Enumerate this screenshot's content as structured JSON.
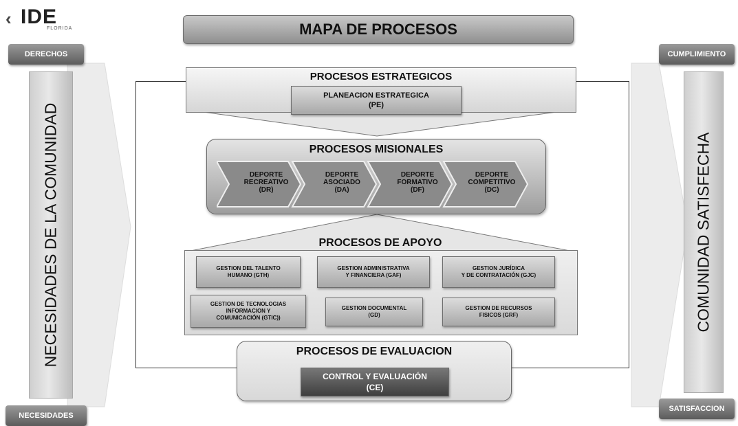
{
  "logo": {
    "main": "IDE",
    "sub": "FLORIDA"
  },
  "title": "MAPA DE PROCESOS",
  "left": {
    "top_tag": "DERECHOS",
    "vertical": "NECESIDADES DE LA COMUNIDAD",
    "bottom_tag": "NECESIDADES"
  },
  "right": {
    "top_tag": "CUMPLIMIENTO",
    "vertical": "COMUNIDAD SATISFECHA",
    "bottom_tag": "SATISFACCION"
  },
  "estrategicos": {
    "title": "PROCESOS ESTRATEGICOS",
    "item_line1": "PLANEACION ESTRATEGICA",
    "item_line2": "(PE)"
  },
  "misionales": {
    "title": "PROCESOS MISIONALES",
    "items": [
      {
        "l1": "DEPORTE",
        "l2": "RECREATIVO",
        "l3": "(DR)"
      },
      {
        "l1": "DEPORTE",
        "l2": "ASOCIADO",
        "l3": "(DA)"
      },
      {
        "l1": "DEPORTE",
        "l2": "FORMATIVO",
        "l3": "(DF)"
      },
      {
        "l1": "DEPORTE",
        "l2": "COMPETITIVO",
        "l3": "(DC)"
      }
    ]
  },
  "apoyo": {
    "title": "PROCESOS DE APOYO",
    "items": [
      {
        "l1": "GESTION DEL TALENTO",
        "l2": "HUMANO (GTH)",
        "l3": ""
      },
      {
        "l1": "GESTION ADMINISTRATIVA",
        "l2": "Y FINANCIERA (GAF)",
        "l3": ""
      },
      {
        "l1": "GESTION JURÍDICA",
        "l2": "Y DE CONTRATACIÓN (GJC)",
        "l3": ""
      },
      {
        "l1": "GESTION DE TECNOLOGIAS",
        "l2": "INFORMACION Y",
        "l3": "COMUNICACIÓN (GTIC))"
      },
      {
        "l1": "GESTION DOCUMENTAL",
        "l2": "(GD)",
        "l3": ""
      },
      {
        "l1": "GESTION DE RECURSOS",
        "l2": "FISICOS (GRF)",
        "l3": ""
      }
    ]
  },
  "evaluacion": {
    "title": "PROCESOS DE  EVALUACION",
    "item_line1": "CONTROL Y EVALUACIÓN",
    "item_line2": "(CE)"
  }
}
